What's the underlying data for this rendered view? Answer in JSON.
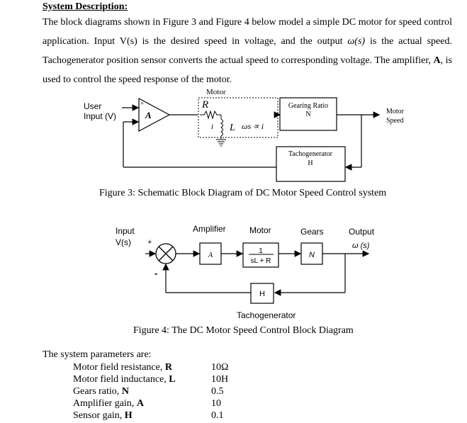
{
  "section": {
    "heading": "System Description:",
    "p1": "The block diagrams shown in Figure 3 and Figure 4 below model a simple DC motor for speed control application.  Input V(s) is the desired speed in voltage, and the output ",
    "omega_s": "ω(s)",
    "p2": " is the actual speed. Tachogenerator position sensor converts the actual speed to corresponding voltage. The amplifier, ",
    "amp_sym": "A",
    "p3": ", is used to control the speed response of the motor."
  },
  "fig3": {
    "motor_label": "Motor",
    "r_label": "R",
    "user_input_1": "User",
    "user_input_2": "Input (V)",
    "amp_label": "A",
    "plus": "+",
    "i_label": "i",
    "l_label": "L",
    "omega_rel": "ωs ∝ i",
    "gearing_1": "Gearing Ratio",
    "gearing_2": "N",
    "motor_speed_1": "Motor",
    "motor_speed_2": "Speed",
    "tacho_1": "Tachogenerator",
    "tacho_2": "H",
    "caption": "Figure 3: Schematic Block Diagram of DC Motor Speed Control system"
  },
  "fig4": {
    "input_1": "Input",
    "input_2": "V(s)",
    "plus": "+",
    "minus": "-",
    "amplifier": "Amplifier",
    "motor": "Motor",
    "gears": "Gears",
    "output_1": "Output",
    "output_2": "ω (s)",
    "a_block": "A",
    "motor_num": "1",
    "motor_den": "sL + R",
    "n_block": "N",
    "h_block": "H",
    "tacho": "Tachogenerator",
    "caption": "Figure 4: The DC Motor Speed Control Block Diagram"
  },
  "params": {
    "title": "The system parameters are:",
    "rows": [
      {
        "label": "Motor field resistance, ",
        "sym": "R",
        "value": "10Ω"
      },
      {
        "label": "Motor field inductance, ",
        "sym": "L",
        "value": "10H"
      },
      {
        "label": "Gears ratio, ",
        "sym": "N",
        "value": "0.5"
      },
      {
        "label": "Amplifier gain, ",
        "sym": "A",
        "value": "10"
      },
      {
        "label": "Sensor gain, ",
        "sym": "H",
        "value": "0.1"
      }
    ]
  }
}
